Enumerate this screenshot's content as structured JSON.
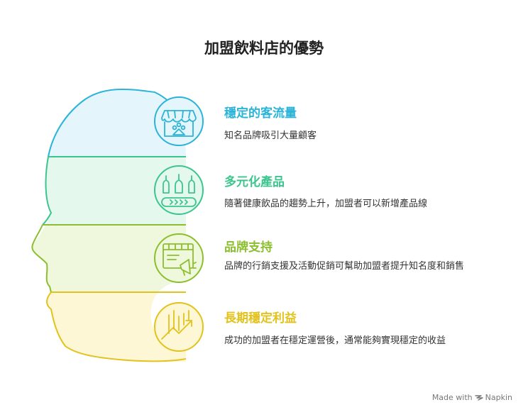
{
  "title": "加盟飲料店的優勢",
  "sections": [
    {
      "heading": "穩定的客流量",
      "description": "知名品牌吸引大量顧客",
      "color": "#2bb3d8",
      "fill": "#e4f6fc",
      "icon": "storefront-icon"
    },
    {
      "heading": "多元化產品",
      "description": "隨著健康飲品的趨勢上升，加盟者可以新增產品線",
      "color": "#3cc58c",
      "fill": "#e5f8ee",
      "icon": "bottles-icon"
    },
    {
      "heading": "品牌支持",
      "description": "品牌的行銷支援及活動促銷可幫助加盟者提升知名度和銷售",
      "color": "#8cbf2e",
      "fill": "#eff7dc",
      "icon": "billboard-megaphone-icon"
    },
    {
      "heading": "長期穩定利益",
      "description": "成功的加盟者在穩定運營後，通常能夠實現穩定的收益",
      "color": "#e2c21c",
      "fill": "#fdf7d6",
      "icon": "growth-chart-icon"
    }
  ],
  "credit": {
    "prefix": "Made with",
    "brand": "Napkin"
  }
}
